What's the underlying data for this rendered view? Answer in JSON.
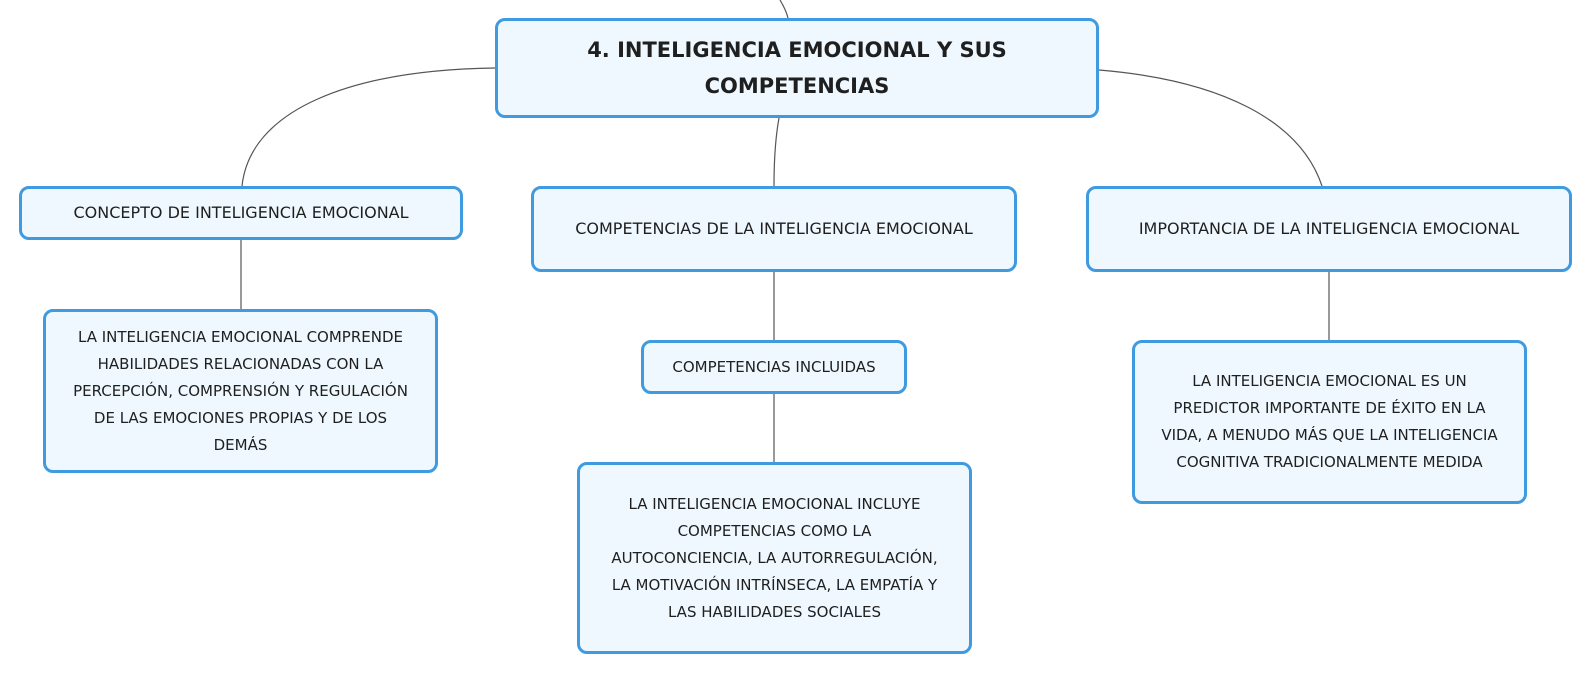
{
  "map": {
    "root": {
      "title_line1": "4. INTELIGENCIA EMOCIONAL Y SUS",
      "title_line2": "COMPETENCIAS"
    },
    "branches": {
      "concepto": {
        "label": "CONCEPTO DE INTELIGENCIA EMOCIONAL",
        "detail_lines": [
          "LA INTELIGENCIA EMOCIONAL COMPRENDE",
          "HABILIDADES RELACIONADAS CON LA",
          "PERCEPCIÓN, COMPRENSIÓN Y REGULACIÓN",
          "DE LAS EMOCIONES PROPIAS Y DE LOS",
          "DEMÁS"
        ]
      },
      "competencias": {
        "label": "COMPETENCIAS DE LA INTELIGENCIA EMOCIONAL",
        "sub_label": "COMPETENCIAS INCLUIDAS",
        "detail_lines": [
          "LA INTELIGENCIA EMOCIONAL INCLUYE",
          "COMPETENCIAS COMO LA",
          "AUTOCONCIENCIA, LA AUTORREGULACIÓN,",
          "LA MOTIVACIÓN INTRÍNSECA, LA EMPATÍA Y",
          "LAS HABILIDADES SOCIALES"
        ]
      },
      "importancia": {
        "label": "IMPORTANCIA DE LA INTELIGENCIA EMOCIONAL",
        "detail_lines": [
          "LA INTELIGENCIA EMOCIONAL ES UN",
          "PREDICTOR IMPORTANTE DE ÉXITO EN LA",
          "VIDA, A MENUDO MÁS QUE LA INTELIGENCIA",
          "COGNITIVA TRADICIONALMENTE MEDIDA"
        ]
      }
    }
  },
  "colors": {
    "node_border": "#3f9ae0",
    "node_fill": "#eef8fe",
    "connector": "#555555",
    "text": "#1f1f1f"
  }
}
